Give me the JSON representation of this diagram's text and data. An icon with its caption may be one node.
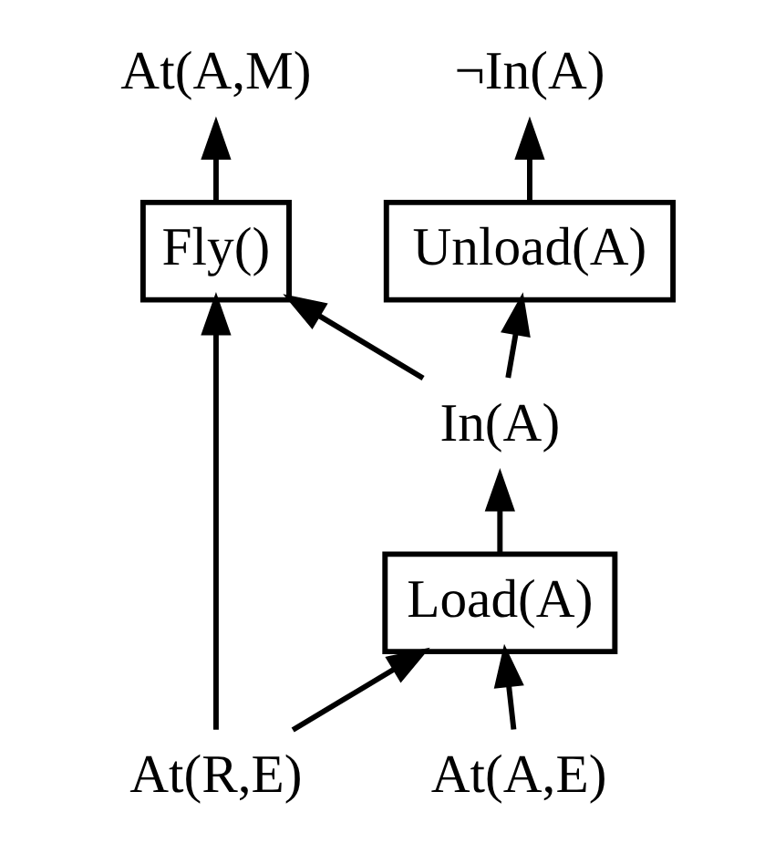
{
  "diagram": {
    "nodes": [
      {
        "text": [
          "¬In(A)"
        ]
      },
      {
        "text": [
          "At(A,M)"
        ]
      },
      {
        "text": [
          "Unload(A)"
        ]
      },
      {
        "text": [
          "Fly()"
        ]
      },
      {
        "text": [
          "In(A)"
        ]
      },
      {
        "text": [
          "Load(A)"
        ]
      },
      {
        "text": [
          "At(A,E)"
        ]
      },
      {
        "text": [
          "At(R,E)"
        ]
      }
    ],
    "edges": [
      {
        "from": 2,
        "to": 0,
        "arrow": "to"
      },
      {
        "from": 3,
        "to": 1,
        "arrow": "to"
      },
      {
        "from": 4,
        "to": 2,
        "arrow": "to"
      },
      {
        "from": 4,
        "to": 3,
        "arrow": "to"
      },
      {
        "from": 5,
        "to": 4,
        "arrow": "to"
      },
      {
        "from": 6,
        "to": 5,
        "arrow": "to"
      },
      {
        "from": 7,
        "to": 5,
        "arrow": "to"
      },
      {
        "from": 7,
        "to": 3,
        "arrow": "to"
      }
    ]
  }
}
